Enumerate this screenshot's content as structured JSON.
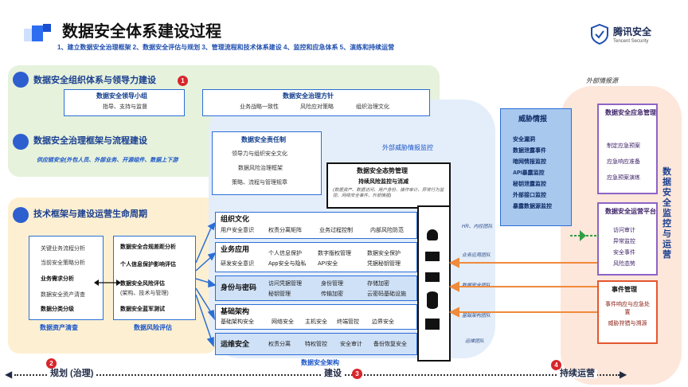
{
  "header": {
    "title": "数据安全体系建设过程",
    "subtitle": "1、建立数据安全治理框架 2、数据安全评估与规划 3、管理流程和技术体系建设 4、监控和应急体系 5、演练和持续运营",
    "logo_text": "腾讯安全",
    "logo_sub": "Tencent Security"
  },
  "left": {
    "org_title": "数据安全组织体系与领导力建设",
    "org_num": "1",
    "framework_title": "数据安全治理框架与流程建设",
    "supply_chain": "供应链安全(外包人员、外部业务、开源组件、数据上下游",
    "lifecycle_title": "技术框架与建设运营生命周期",
    "leader_group_title": "数据安全领导小组",
    "leader_group_body": "指导、支持与监督",
    "policy_title": "数据安全治理方针",
    "policy_items": [
      "业务战略一致性",
      "风险应对策略",
      "组织治理文化"
    ],
    "resp_title": "数据安全责任制",
    "resp_items": [
      "领导力与组织安全文化",
      "数据风险治理框架",
      "策略、流程与管理规章"
    ],
    "needs_items": [
      "关键业务流程分析",
      "当前安全策略分析",
      "业务需求分析",
      "数据安全资产清查",
      "数据分类分级"
    ],
    "needs_footer": "数据资产清查",
    "assess_items": [
      "数据安全合规差距分析",
      "个人信息保护影响评估",
      "数据安全风险评估",
      "(架构、技术与管理)",
      "数据安全蓝军测试"
    ],
    "assess_footer": "数据风险评估"
  },
  "center": {
    "situation_title": "数据安全态势管理",
    "situation_sub": "持续风险监控与消减",
    "situation_note": "(数据资产、数据访问、用户身份、操作审计、异常行为监控、网络安全事件、外部情报)",
    "ext_intel": "外部威胁情报监控",
    "rows": [
      {
        "label": "组织文化",
        "items": [
          "用户安全意识",
          "权责分离矩阵",
          "业务过程控制",
          "内部风险防范"
        ],
        "side": "HR、内控团队"
      },
      {
        "label": "业务应用",
        "items": [
          "个人信息保护",
          "数字版权管理",
          "数据安全保护",
          "研发安全意识",
          "App安全与隐私",
          "API安全",
          "凭据秘钥管理"
        ],
        "side": "业务应用团队"
      },
      {
        "label": "身份与密码",
        "items": [
          "访问凭据管理",
          "身份管理",
          "存储加密",
          "秘钥管理",
          "传输加密",
          "云密码基础设施"
        ],
        "side": "数据安全团队"
      },
      {
        "label": "基础架构",
        "items": [
          "基础架构安全",
          "网络安全",
          "主机安全",
          "终端管控",
          "边界安全"
        ],
        "side": "基础架构团队"
      },
      {
        "label": "运维安全",
        "items": [
          "权责分离",
          "特权管控",
          "安全审计",
          "备份恢复安全"
        ],
        "side": "运维团队"
      }
    ],
    "arch_label": "数据安全架构"
  },
  "right": {
    "ext_report": "外部情报源",
    "threat_title": "威胁情报",
    "threat_items": [
      "安全漏洞",
      "数据泄露事件",
      "暗网情报监控",
      "API暴露监控",
      "秘钥泄露监控",
      "外部接口监控",
      "暴露数据源监控"
    ],
    "emergency_title": "数据安全应急管理",
    "emergency_items": [
      "制定应急预案",
      "应急响应准备",
      "应急预案演练"
    ],
    "ops_title": "数据安全运营平台",
    "ops_items": [
      "访问审计",
      "异常监控",
      "安全事件",
      "风险态势"
    ],
    "incident_title": "事件管理",
    "incident_items": [
      "事件响应与应急处置",
      "威胁狩猎与溯源"
    ],
    "vertical_label": "数据安全监控与运营"
  },
  "timeline": {
    "plan": "规划 (治理)",
    "plan_num": "2",
    "build": "建设",
    "build_num": "3",
    "ops": "持续运营",
    "ops_num": "4"
  }
}
